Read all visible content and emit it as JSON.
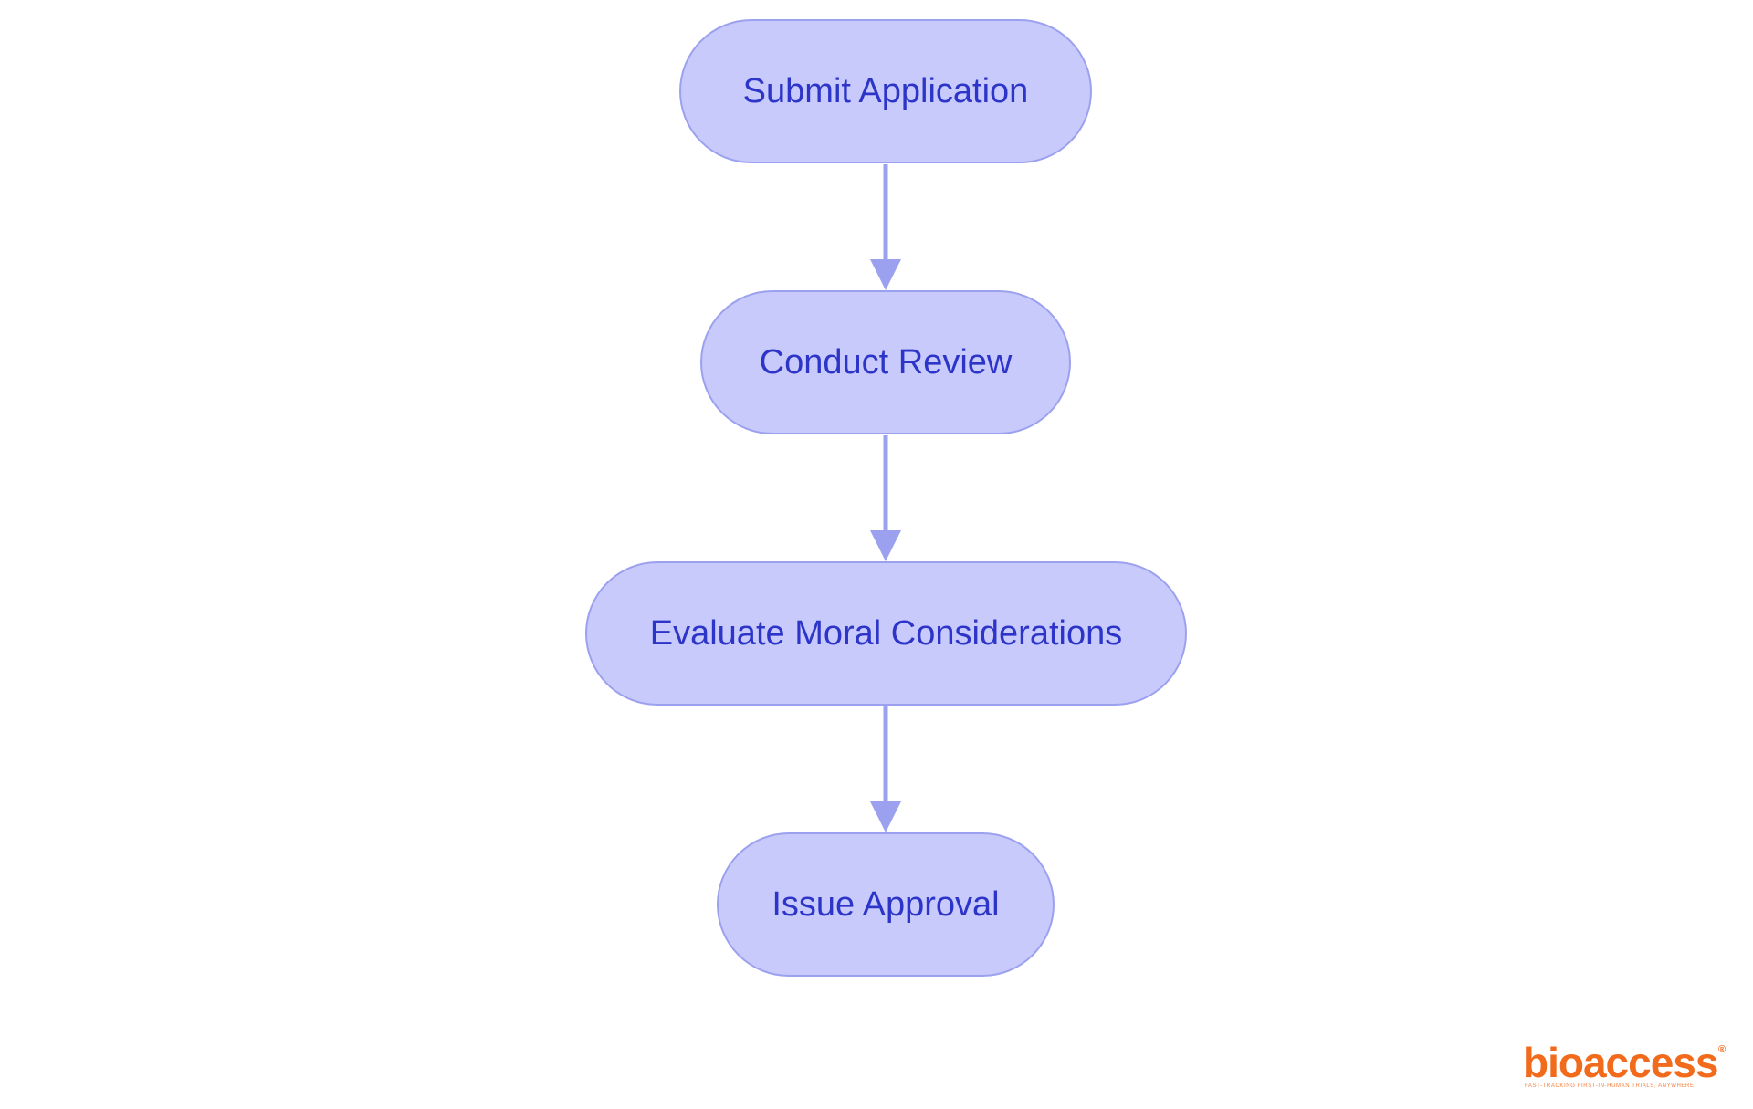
{
  "diagram": {
    "nodes": [
      {
        "id": "n1",
        "label": "Submit Application"
      },
      {
        "id": "n2",
        "label": "Conduct Review"
      },
      {
        "id": "n3",
        "label": "Evaluate Moral Considerations"
      },
      {
        "id": "n4",
        "label": "Issue Approval"
      }
    ],
    "edges": [
      {
        "from": "n1",
        "to": "n2"
      },
      {
        "from": "n2",
        "to": "n3"
      },
      {
        "from": "n3",
        "to": "n4"
      }
    ],
    "colors": {
      "node_fill": "#c8cafc",
      "node_border": "#9ba1ee",
      "node_text": "#2d35c8",
      "edge": "#9ba1ee"
    }
  },
  "logo": {
    "wordmark": "bioaccess",
    "registered_mark": "®",
    "tagline": "FAST-TRACKING FIRST-IN-HUMAN TRIALS, ANYWHERE",
    "color": "#f26a1b"
  }
}
